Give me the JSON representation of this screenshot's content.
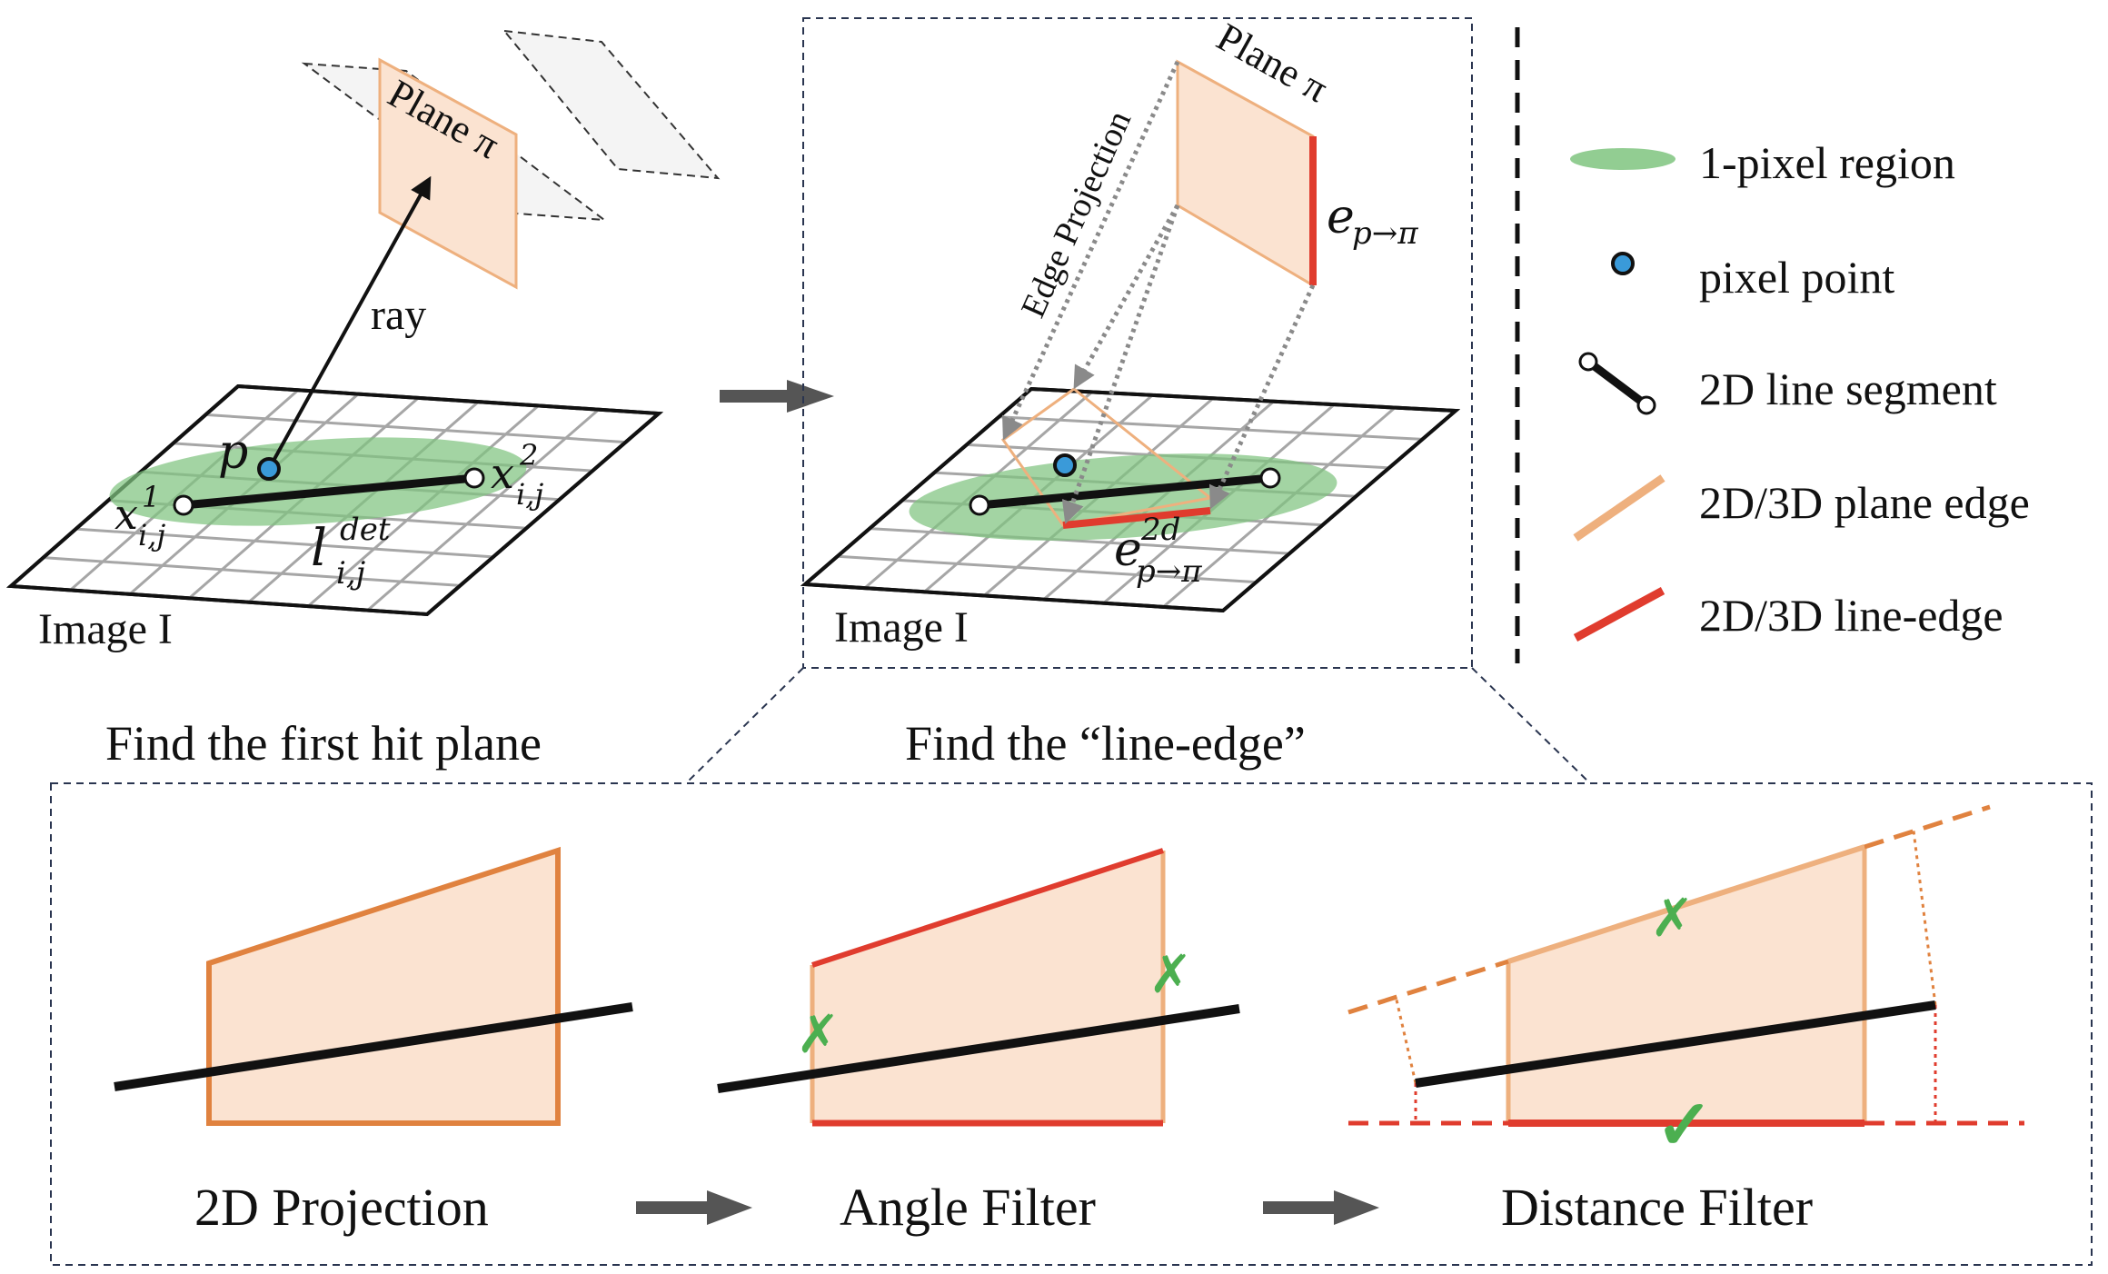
{
  "colors": {
    "plane_fill": "#fbe3d1",
    "plane_edge": "#eeb07e",
    "plane_edge_dark": "#e0823f",
    "line_edge": "#e03c2e",
    "region": "#7fc47f",
    "pixel_point": "#3a9ad9",
    "arrow_gray": "#555555",
    "check_green": "#4caf50"
  },
  "left_panel": {
    "plane_label": "Plane π",
    "ray_label": "ray",
    "p_label": "p",
    "x1_base": "x",
    "x1_sup": "1",
    "x1_sub": "i,j",
    "x2_base": "x",
    "x2_sup": "2",
    "x2_sub": "i,j",
    "l_base": "l",
    "l_sup": "det",
    "l_sub": "i,j",
    "image_label": "Image I",
    "caption": "Find the first hit plane"
  },
  "middle_panel": {
    "plane_label": "Plane π",
    "edge_projection_label": "Edge Projection",
    "e3d_base": "e",
    "e3d_sub": "p→π",
    "e2d_base": "e",
    "e2d_sup": "2d",
    "e2d_sub": "p→π",
    "image_label": "Image I",
    "caption": "Find the “line-edge”"
  },
  "legend": {
    "items": [
      {
        "icon": "green-region-icon",
        "label": "1-pixel region"
      },
      {
        "icon": "pixel-point-icon",
        "label": "pixel point"
      },
      {
        "icon": "line-segment-icon",
        "label": "2D line segment"
      },
      {
        "icon": "plane-edge-icon",
        "label": "2D/3D plane edge"
      },
      {
        "icon": "line-edge-icon",
        "label": "2D/3D line-edge"
      }
    ]
  },
  "bottom_panel": {
    "steps": [
      "2D Projection",
      "Angle Filter",
      "Distance Filter"
    ],
    "reject_mark": "✗",
    "accept_mark": "✓"
  }
}
